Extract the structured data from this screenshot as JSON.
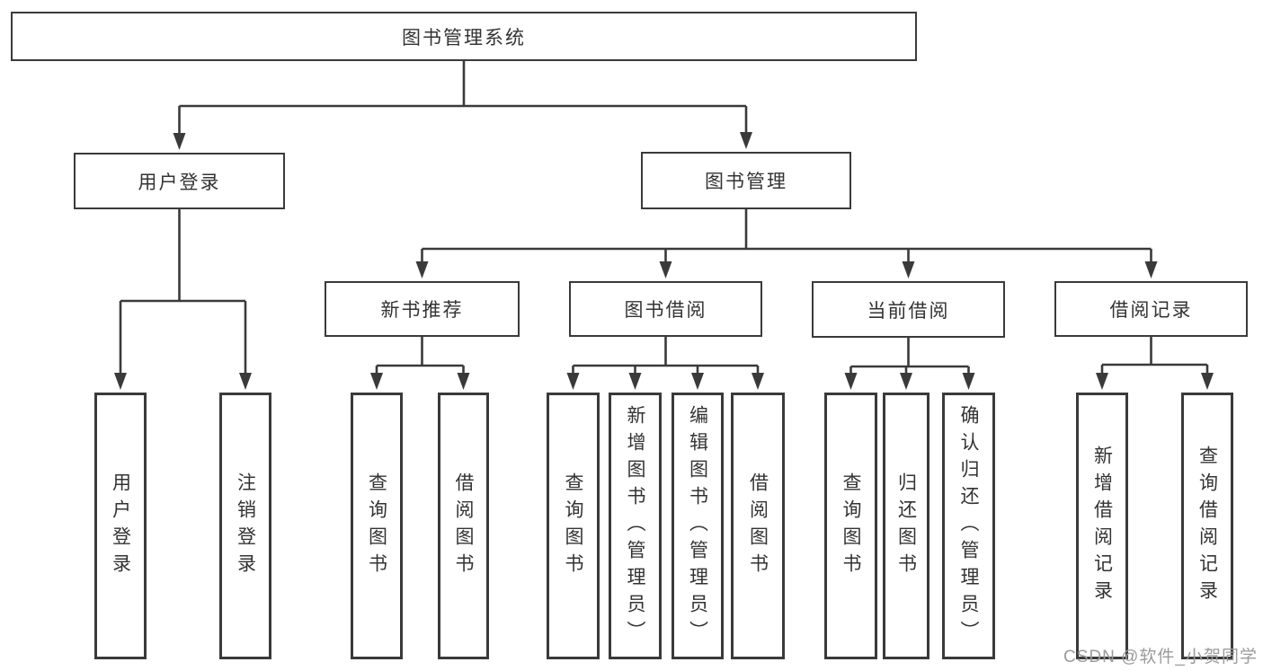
{
  "diagram": {
    "title": "图书管理系统",
    "colors": {
      "line": "#3a3a3a",
      "box_border": "#3a3a3a",
      "text": "#333333",
      "background": "#ffffff",
      "watermark_text_color": "#9b9b9b"
    },
    "nodes": [
      {
        "id": "root",
        "label": "图书管理系统"
      },
      {
        "id": "user-login",
        "label": "用户登录"
      },
      {
        "id": "book-mgmt",
        "label": "图书管理"
      },
      {
        "id": "new-book-rec",
        "label": "新书推荐"
      },
      {
        "id": "book-borrow",
        "label": "图书借阅"
      },
      {
        "id": "current-borrow",
        "label": "当前借阅"
      },
      {
        "id": "borrow-records",
        "label": "借阅记录"
      },
      {
        "id": "leaf-user-login",
        "label": "用户登录"
      },
      {
        "id": "leaf-logout",
        "label": "注销登录"
      },
      {
        "id": "leaf-query-book-1",
        "label": "查询图书"
      },
      {
        "id": "leaf-borrow-book-1",
        "label": "借阅图书"
      },
      {
        "id": "leaf-query-book-2",
        "label": "查询图书"
      },
      {
        "id": "leaf-add-book",
        "label": "新增图书（管理员）"
      },
      {
        "id": "leaf-edit-book",
        "label": "编辑图书（管理员）"
      },
      {
        "id": "leaf-borrow-book-2",
        "label": "借阅图书"
      },
      {
        "id": "leaf-query-book-3",
        "label": "查询图书"
      },
      {
        "id": "leaf-return-book",
        "label": "归还图书"
      },
      {
        "id": "leaf-confirm-return",
        "label": "确认归还（管理员）"
      },
      {
        "id": "leaf-add-record",
        "label": "新增借阅记录"
      },
      {
        "id": "leaf-query-record",
        "label": "查询借阅记录"
      }
    ],
    "edges": [
      {
        "parent": "root",
        "children": [
          "user-login",
          "book-mgmt"
        ]
      },
      {
        "parent": "user-login",
        "children": [
          "leaf-user-login",
          "leaf-logout"
        ]
      },
      {
        "parent": "book-mgmt",
        "children": [
          "new-book-rec",
          "book-borrow",
          "current-borrow",
          "borrow-records"
        ]
      },
      {
        "parent": "new-book-rec",
        "children": [
          "leaf-query-book-1",
          "leaf-borrow-book-1"
        ]
      },
      {
        "parent": "book-borrow",
        "children": [
          "leaf-query-book-2",
          "leaf-add-book",
          "leaf-edit-book",
          "leaf-borrow-book-2"
        ]
      },
      {
        "parent": "current-borrow",
        "children": [
          "leaf-query-book-3",
          "leaf-return-book",
          "leaf-confirm-return"
        ]
      },
      {
        "parent": "borrow-records",
        "children": [
          "leaf-add-record",
          "leaf-query-record"
        ]
      }
    ],
    "watermark": "CSDN @软件_小贺同学"
  }
}
